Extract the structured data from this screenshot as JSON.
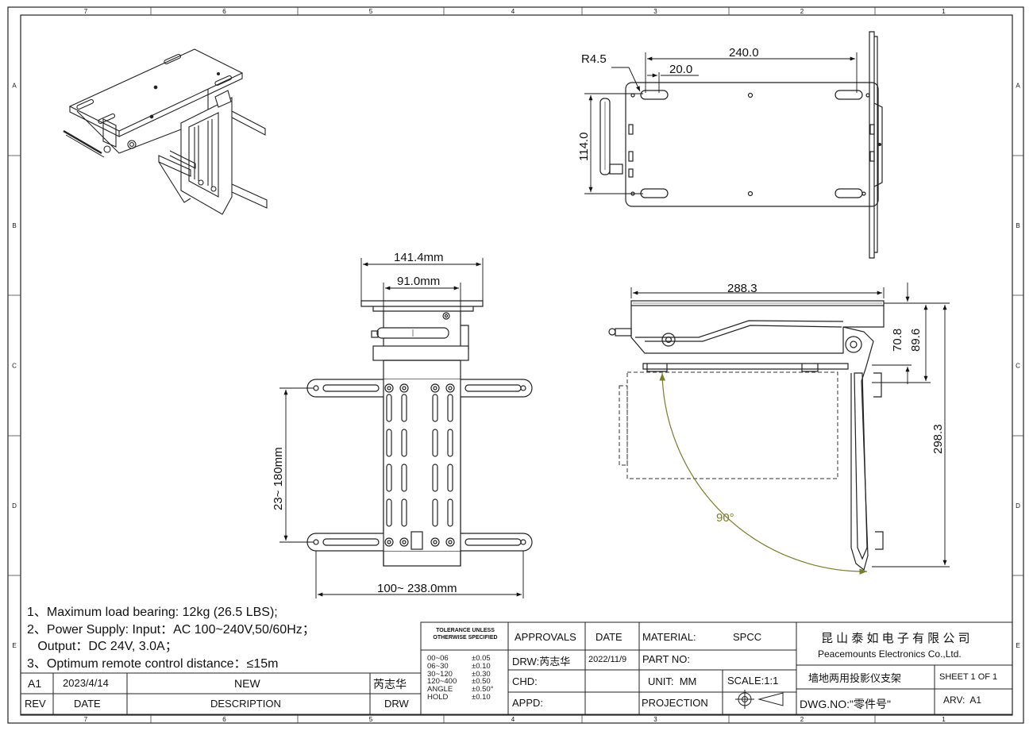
{
  "frame": {
    "col_labels": [
      "7",
      "6",
      "5",
      "4",
      "3",
      "2",
      "1"
    ],
    "row_labels": [
      "A",
      "B",
      "C",
      "D",
      "E"
    ]
  },
  "dimensions": {
    "top_r": "R4.5",
    "top_width": "240.0",
    "top_small": "20.0",
    "top_height": "114.0",
    "front_outer": "141.4mm",
    "front_inner": "91.0mm",
    "front_vertical": "23~ 180mm",
    "front_horizontal": "100~ 238.0mm",
    "side_width": "288.3",
    "side_h1": "70.8",
    "side_h2": "89.6",
    "side_h3": "298.3",
    "side_angle": "90°"
  },
  "notes": [
    "1、Maximum load bearing: 12kg (26.5 LBS);",
    "2、Power Supply: Input：AC 100~240V,50/60Hz；",
    "   Output：DC 24V, 3.0A；",
    "3、Optimum remote control distance：≤15m"
  ],
  "revision": {
    "rev": "A1",
    "date": "2023/4/14",
    "description": "NEW",
    "drawn_by": "芮志华",
    "header_rev": "REV",
    "header_date": "DATE",
    "header_description": "DESCRIPTION",
    "header_drw": "DRW"
  },
  "tolerance": {
    "title_line1": "TOLERANCE UNLESS",
    "title_line2": "OTHERWISE SPECIFIED",
    "rows": [
      {
        "range": "00~06",
        "value": "±0.05"
      },
      {
        "range": "06~30",
        "value": "±0.10"
      },
      {
        "range": "30~120",
        "value": "±0.30"
      },
      {
        "range": "120~400",
        "value": "±0.50"
      },
      {
        "range": "ANGLE",
        "value": "±0.50°"
      },
      {
        "range": "HOLD",
        "value": "±0.10"
      }
    ]
  },
  "title_block": {
    "approvals": "APPROVALS",
    "date_header": "DATE",
    "drw": "DRW:芮志华",
    "drw_date": "2022/11/9",
    "chd": "CHD:",
    "appd": "APPD:",
    "material_label": "MATERIAL:",
    "material": "SPCC",
    "part_no": "PART NO:",
    "unit": "UNIT:  MM",
    "scale": "SCALE:1:1",
    "projection": "PROJECTION",
    "company_cn": "昆 山 泰 如 电 子 有 限 公 司",
    "company_en": "Peacemounts Electronics Co.,Ltd.",
    "part_name": "墙地两用投影仪支架",
    "sheet": "SHEET 1 OF 1",
    "dwg_no": "DWG.NO:\"零件号\"",
    "arv": "ARV:  A1"
  }
}
